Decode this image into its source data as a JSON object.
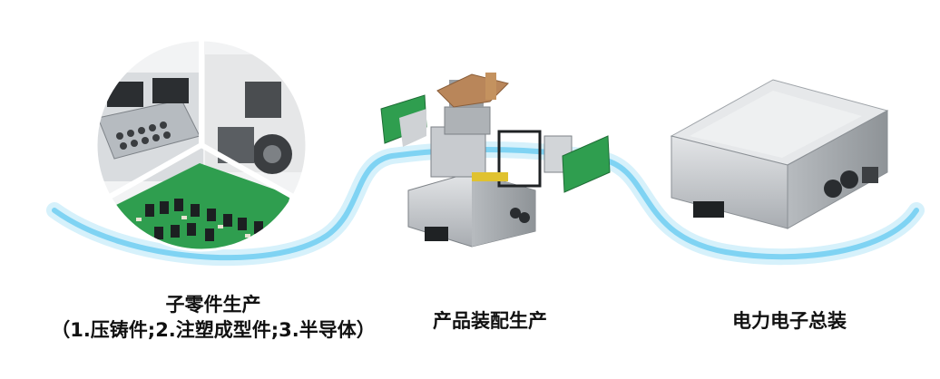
{
  "stages": [
    {
      "title": "子零件生产",
      "subtitle": "（1.压铸件;2.注塑成型件;3.半导体）",
      "illustration": "component-parts-collage"
    },
    {
      "title": "产品装配生产",
      "illustration": "exploded-assembly"
    },
    {
      "title": "电力电子总装",
      "illustration": "finished-power-electronics-unit"
    }
  ],
  "colors": {
    "flow_wave": "#7fd3f3",
    "flow_wave_glow": "#d6f1fb",
    "pcb_green": "#2f9e4f",
    "housing_gray": "#c9ccd0",
    "copper": "#b9865a",
    "caption_text": "#111111"
  }
}
